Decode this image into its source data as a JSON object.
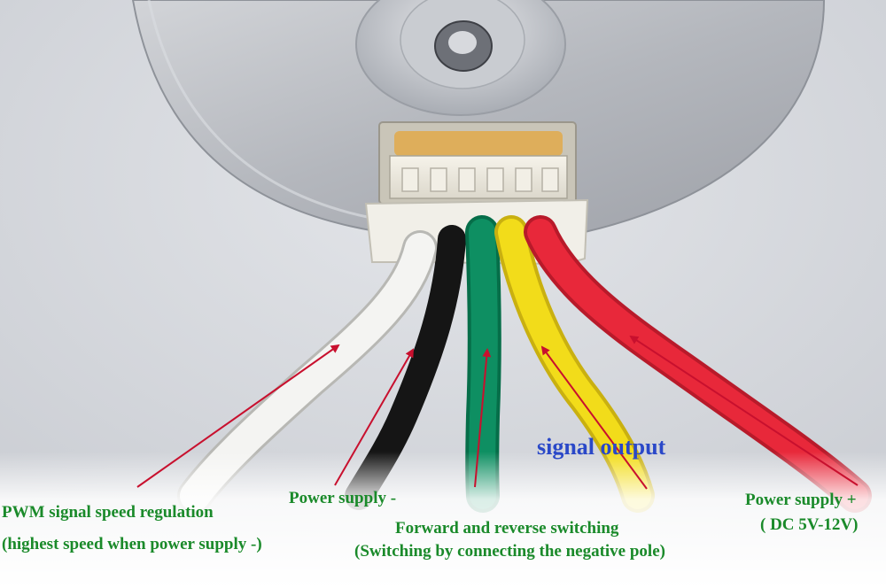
{
  "labels": {
    "pwm_line1": "PWM signal speed regulation",
    "pwm_line2": "(highest speed when power supply -)",
    "power_minus": "Power supply -",
    "forward_line1": "Forward and reverse switching",
    "forward_line2": "(Switching by connecting the negative pole)",
    "power_plus_line1": "Power supply +",
    "power_plus_line2": "( DC 5V-12V)",
    "signal_output": "signal output"
  },
  "wires": [
    {
      "name": "white-wire",
      "color": "#f4f4f2"
    },
    {
      "name": "black-wire",
      "color": "#151515"
    },
    {
      "name": "green-wire",
      "color": "#0e8f62"
    },
    {
      "name": "yellow-wire",
      "color": "#f2dc1a"
    },
    {
      "name": "red-wire",
      "color": "#e8283a"
    }
  ],
  "colors": {
    "arrow": "#c8102e",
    "label_text": "#1a8a2a",
    "signal_text": "#2a48c8",
    "motor_metal": "#b9bcc2",
    "background": "#d9dbe0"
  }
}
